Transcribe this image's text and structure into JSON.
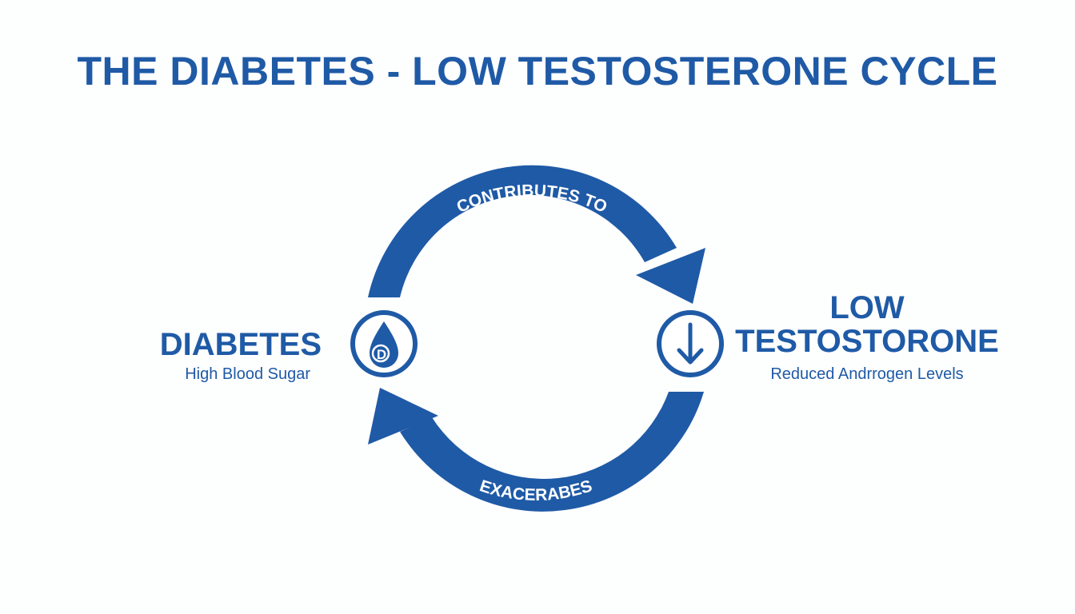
{
  "title": "THE DIABETES - LOW TESTOSTERONE CYCLE",
  "colors": {
    "primary": "#1f5aa6",
    "background": "#fdfefe"
  },
  "left_node": {
    "title": "DIABETES",
    "subtitle": "High Blood Sugar",
    "icon": "blood-drop-icon",
    "icon_letter": "D"
  },
  "right_node": {
    "title_line1": "LOW",
    "title_line2": "TESTOSTORONE",
    "subtitle": "Reduced Andrrogen Levels",
    "icon": "down-arrow-icon"
  },
  "arrows": {
    "top_label": "CONTRIBUTES TO",
    "bottom_label": "EXACERABES"
  }
}
